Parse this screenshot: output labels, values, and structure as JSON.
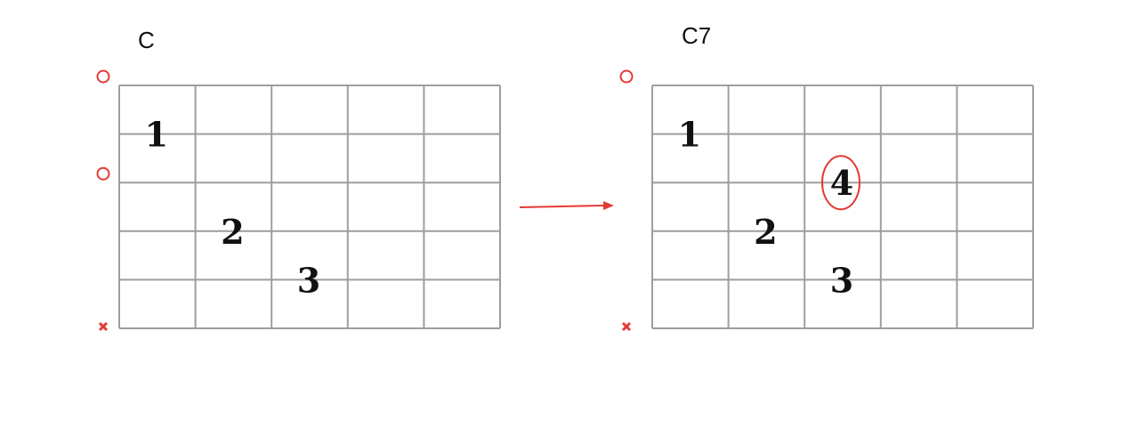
{
  "colors": {
    "grid": "#9e9e9e",
    "marker": "#e53935",
    "text": "#111111",
    "arrow": "#e53935"
  },
  "left_chord": {
    "name": "C",
    "markers": [
      {
        "type": "open",
        "string_line": 0
      },
      {
        "type": "open",
        "string_line": 2
      },
      {
        "type": "muted",
        "string_line": 5
      }
    ],
    "fingers": [
      {
        "label": "1",
        "string_line": 1,
        "fret": 1
      },
      {
        "label": "2",
        "string_line": 3,
        "fret": 2
      },
      {
        "label": "3",
        "string_line": 4,
        "fret": 3
      }
    ]
  },
  "right_chord": {
    "name": "C7",
    "markers": [
      {
        "type": "open",
        "string_line": 0
      },
      {
        "type": "muted",
        "string_line": 5
      }
    ],
    "fingers": [
      {
        "label": "1",
        "string_line": 1,
        "fret": 1
      },
      {
        "label": "4",
        "string_line": 2,
        "fret": 3,
        "highlighted": true
      },
      {
        "label": "2",
        "string_line": 3,
        "fret": 2
      },
      {
        "label": "3",
        "string_line": 4,
        "fret": 3
      }
    ]
  }
}
